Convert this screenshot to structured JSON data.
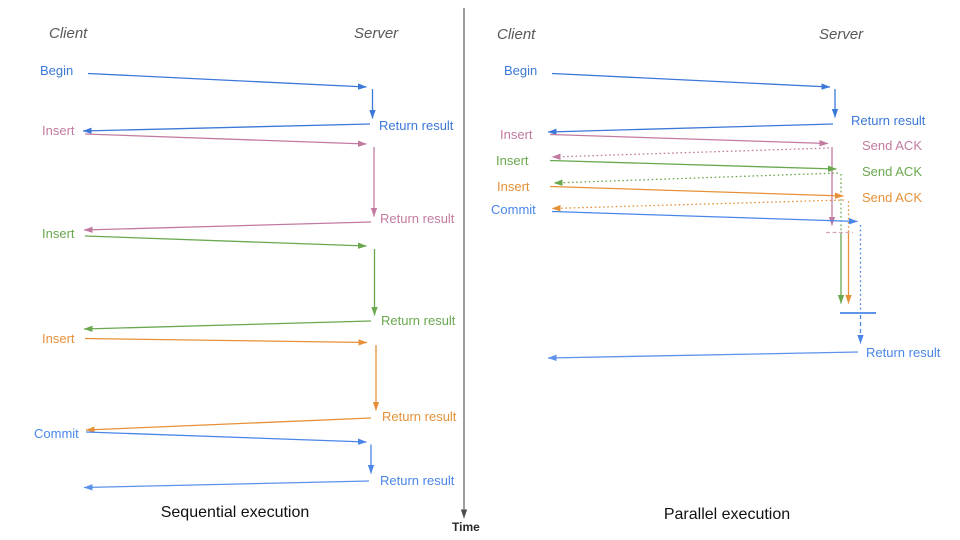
{
  "time_axis": {
    "label": "Time"
  },
  "palette": {
    "begin_blue": "#3c78d8",
    "commit_blue": "#4a86e8",
    "final_return_blue": "#5e91ea",
    "insert_pink": "#c27ba0",
    "insert_green": "#6aa84f",
    "insert_orange": "#e69138",
    "barrier_pink": "#d5a6bd",
    "axis_gray": "#4d4d4d"
  },
  "left": {
    "title": "Sequential execution",
    "headers": {
      "client": "Client",
      "server": "Server"
    },
    "rows": [
      {
        "call": "Begin",
        "result": "Return result"
      },
      {
        "call": "Insert",
        "result": "Return result"
      },
      {
        "call": "Insert",
        "result": "Return result"
      },
      {
        "call": "Insert",
        "result": "Return result"
      },
      {
        "call": "Commit",
        "result": "Return result"
      }
    ]
  },
  "right": {
    "title": "Parallel execution",
    "headers": {
      "client": "Client",
      "server": "Server"
    },
    "rows": [
      {
        "call": "Begin",
        "result": "Return result"
      },
      {
        "call": "Insert",
        "result": "Send ACK"
      },
      {
        "call": "Insert",
        "result": "Send ACK"
      },
      {
        "call": "Insert",
        "result": "Send ACK"
      },
      {
        "call": "Commit",
        "result": "Return result"
      }
    ]
  }
}
